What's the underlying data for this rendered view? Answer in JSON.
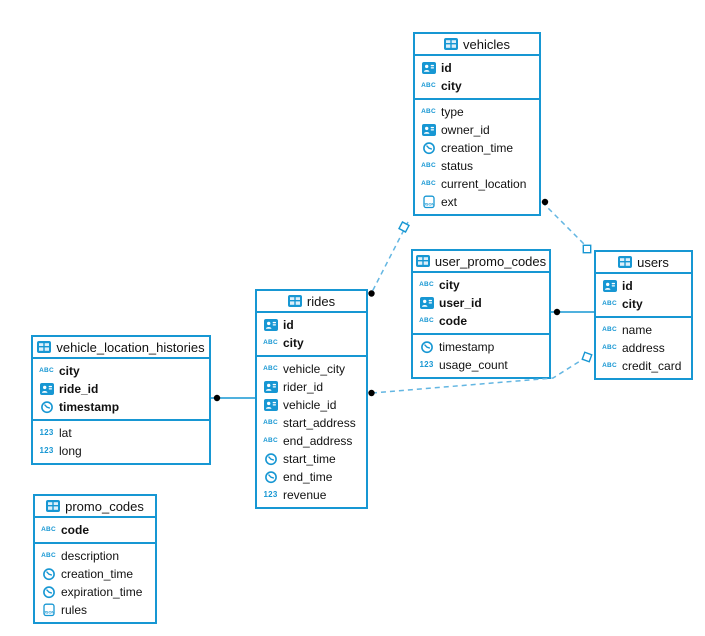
{
  "diagram": {
    "type": "database-schema-erd",
    "accent_color": "#1797d3",
    "dashed_line_color": "#63b6e2",
    "solid_line_color": "#1797d3",
    "dot_color": "#000000",
    "background_color": "#ffffff",
    "text_color": "#111111"
  },
  "tables": [
    {
      "id": "vehicles",
      "title": "vehicles",
      "header_icon": "table-icon",
      "primary_fields": [
        {
          "icon": "id-badge-icon",
          "name": "id"
        },
        {
          "icon": "abc-icon",
          "name": "city"
        }
      ],
      "fields": [
        {
          "icon": "abc-icon",
          "name": "type"
        },
        {
          "icon": "id-badge-icon",
          "name": "owner_id"
        },
        {
          "icon": "clock-icon",
          "name": "creation_time"
        },
        {
          "icon": "abc-icon",
          "name": "status"
        },
        {
          "icon": "abc-icon",
          "name": "current_location"
        },
        {
          "icon": "json-icon",
          "name": "ext"
        }
      ]
    },
    {
      "id": "user_promo_codes",
      "title": "user_promo_codes",
      "header_icon": "table-icon",
      "primary_fields": [
        {
          "icon": "abc-icon",
          "name": "city"
        },
        {
          "icon": "id-badge-icon",
          "name": "user_id"
        },
        {
          "icon": "abc-icon",
          "name": "code"
        }
      ],
      "fields": [
        {
          "icon": "clock-icon",
          "name": "timestamp"
        },
        {
          "icon": "num-icon",
          "name": "usage_count"
        }
      ]
    },
    {
      "id": "users",
      "title": "users",
      "header_icon": "table-icon",
      "primary_fields": [
        {
          "icon": "id-badge-icon",
          "name": "id"
        },
        {
          "icon": "abc-icon",
          "name": "city"
        }
      ],
      "fields": [
        {
          "icon": "abc-icon",
          "name": "name"
        },
        {
          "icon": "abc-icon",
          "name": "address"
        },
        {
          "icon": "abc-icon",
          "name": "credit_card"
        }
      ]
    },
    {
      "id": "rides",
      "title": "rides",
      "header_icon": "table-icon",
      "primary_fields": [
        {
          "icon": "id-badge-icon",
          "name": "id"
        },
        {
          "icon": "abc-icon",
          "name": "city"
        }
      ],
      "fields": [
        {
          "icon": "abc-icon",
          "name": "vehicle_city"
        },
        {
          "icon": "id-badge-icon",
          "name": "rider_id"
        },
        {
          "icon": "id-badge-icon",
          "name": "vehicle_id"
        },
        {
          "icon": "abc-icon",
          "name": "start_address"
        },
        {
          "icon": "abc-icon",
          "name": "end_address"
        },
        {
          "icon": "clock-icon",
          "name": "start_time"
        },
        {
          "icon": "clock-icon",
          "name": "end_time"
        },
        {
          "icon": "num-icon",
          "name": "revenue"
        }
      ]
    },
    {
      "id": "vehicle_location_histories",
      "title": "vehicle_location_histories",
      "header_icon": "table-icon",
      "primary_fields": [
        {
          "icon": "abc-icon",
          "name": "city"
        },
        {
          "icon": "id-badge-icon",
          "name": "ride_id"
        },
        {
          "icon": "clock-icon",
          "name": "timestamp"
        }
      ],
      "fields": [
        {
          "icon": "num-icon",
          "name": "lat"
        },
        {
          "icon": "num-icon",
          "name": "long"
        }
      ]
    },
    {
      "id": "promo_codes",
      "title": "promo_codes",
      "header_icon": "table-icon",
      "primary_fields": [
        {
          "icon": "abc-icon",
          "name": "code"
        }
      ],
      "fields": [
        {
          "icon": "abc-icon",
          "name": "description"
        },
        {
          "icon": "clock-icon",
          "name": "creation_time"
        },
        {
          "icon": "clock-icon",
          "name": "expiration_time"
        },
        {
          "icon": "json-icon",
          "name": "rules"
        }
      ]
    }
  ],
  "connections": [
    {
      "id": "rides-vehicles",
      "from": "rides",
      "to": "vehicles",
      "style": "dashed",
      "from_marker": "dot",
      "to_marker": "square"
    },
    {
      "id": "vehicles-users",
      "from": "vehicles",
      "to": "users",
      "style": "dashed",
      "from_marker": "dot",
      "to_marker": "square"
    },
    {
      "id": "rides-users",
      "from": "rides",
      "to": "users",
      "style": "dashed",
      "from_marker": "dot",
      "to_marker": "square"
    },
    {
      "id": "user_promo_codes-users",
      "from": "user_promo_codes",
      "to": "users",
      "style": "solid",
      "from_marker": "dot",
      "to_marker": "none"
    },
    {
      "id": "vehicle_location_histories-rides",
      "from": "vehicle_location_histories",
      "to": "rides",
      "style": "solid",
      "from_marker": "dot",
      "to_marker": "none"
    }
  ]
}
